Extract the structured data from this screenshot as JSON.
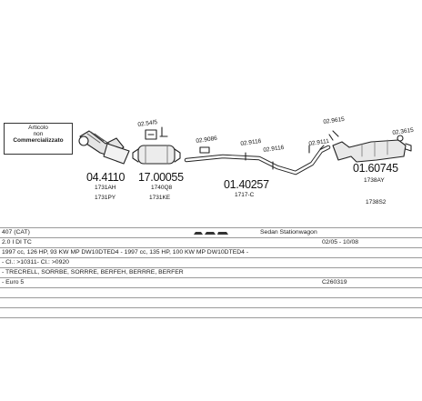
{
  "note": {
    "line1": "Articolo",
    "line2": "non",
    "line3": "Commercializzato"
  },
  "parts": [
    {
      "pn": "04.4110",
      "sub1": "1731AH",
      "sub2": "1731PY"
    },
    {
      "pn": "17.00055",
      "sub1": "1740Q8",
      "sub2": "1731KE"
    },
    {
      "pn": "01.40257",
      "sub1": "1717-C"
    },
    {
      "pn": "01.60745",
      "sub1": "1738AY",
      "sub2": "1738S2"
    }
  ],
  "refs": [
    "02.54/5",
    "02.9086",
    "02.9116",
    "02.9116",
    "02.9111",
    "02.9615",
    "02.3615"
  ],
  "rows": {
    "model": "407 (CAT)",
    "body": "Sedan Stationwagon",
    "engine": "2.0 I DI TC",
    "years": "02/05 - 10/08",
    "detail": "1997 cc, 126 HP, 93 KW MP DW10DTED4 - 1997 cc, 135 HP, 100 KW MP DW10DTED4 -",
    "codes": "- Cl.: >10311- Cl.: >0920",
    "makers": "- TRECRELL, SORRBE, SORRRE, BERFEH, BERRRE, BERFER",
    "euro": "- Euro 5",
    "code": "C260319"
  }
}
